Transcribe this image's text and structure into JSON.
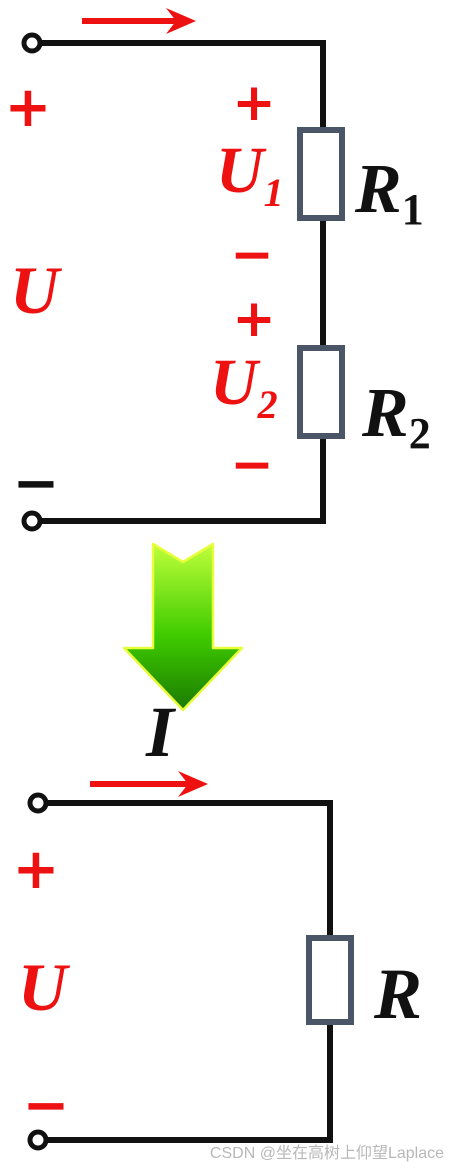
{
  "top_circuit": {
    "voltage_total": "U",
    "plus": "+",
    "minus": "−",
    "r1": {
      "letter": "R",
      "sub": "1"
    },
    "r2": {
      "letter": "R",
      "sub": "2"
    },
    "u1": {
      "letter": "U",
      "sub": "1"
    },
    "u2": {
      "letter": "U",
      "sub": "2"
    }
  },
  "current_label": "I",
  "bottom_circuit": {
    "voltage_total": "U",
    "plus": "+",
    "minus": "−",
    "r": "R"
  },
  "watermark": "CSDN @坐在高树上仰望Laplace",
  "colors": {
    "wire": "#111111",
    "resistor": "#4a5568",
    "label_red": "#ee1111",
    "arrow_green": "#22cc00"
  }
}
